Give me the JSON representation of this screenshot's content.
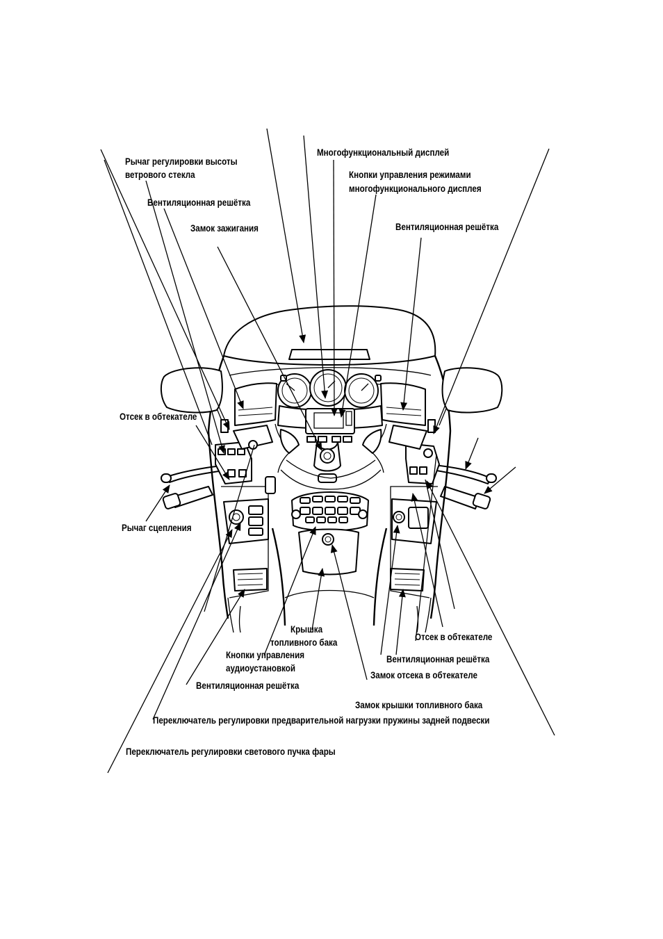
{
  "labels": {
    "windshield_lever_l1": "Рычаг регулировки высоты",
    "windshield_lever_l2": "ветрового стекла",
    "multifunction_display": "Многофункциональный дисплей",
    "display_buttons_l1": "Кнопки управления режимами",
    "display_buttons_l2": "многофункционального дисплея",
    "vent_grille_top_left": "Вентиляционная решётка",
    "ignition_lock": "Замок зажигания",
    "vent_grille_top_right": "Вентиляционная решётка",
    "fairing_pocket_left": "Отсек в обтекателе",
    "clutch_lever": "Рычаг сцепления",
    "fuel_lid_l1": "Крышка",
    "fuel_lid_l2": "топливного бака",
    "audio_buttons_l1": "Кнопки управления",
    "audio_buttons_l2": "аудиоустановкой",
    "vent_grille_bottom_left": "Вентиляционная решётка",
    "fairing_pocket_right": "Отсек в обтекателе",
    "vent_grille_bottom_right": "Вентиляционная решётка",
    "pocket_lock": "Замок отсека в обтекателе",
    "fuel_lid_lock": "Замок крышки топливного бака",
    "rear_preload_switch": "Переключатель регулировки предварительной нагрузки пружины задней подвески",
    "headlight_switch": "Переключатель регулировки светового пучка фары"
  }
}
